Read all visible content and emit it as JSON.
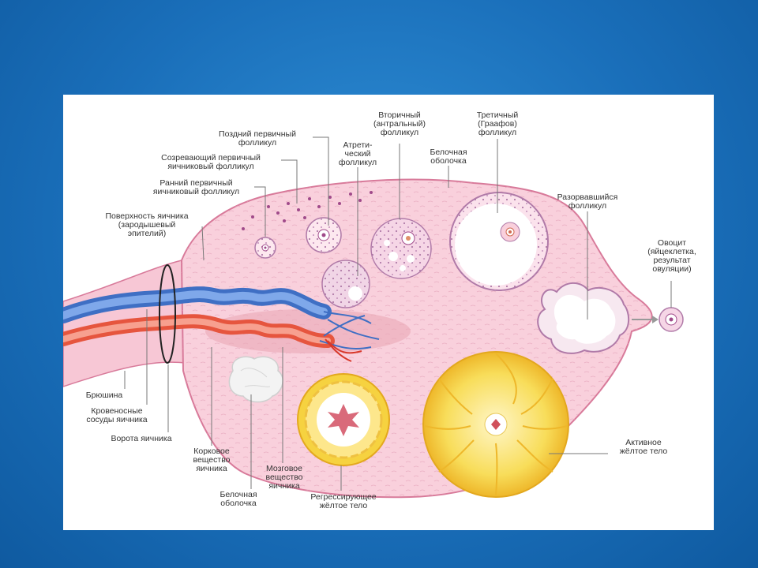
{
  "diagram": {
    "labels": {
      "late_primary": "Поздний первичный\nфолликул",
      "maturing_primary": "Созревающий первичный\nяичниковый фолликул",
      "early_primary": "Ранний первичный\nяичниковый фолликул",
      "surface": "Поверхность яичника\n(зародышевый\nэпителий)",
      "secondary": "Вторичный\n(антральный)\nфолликул",
      "atretic": "Атрети-\nческий\nфолликул",
      "tunica_top": "Белочная\nоболочка",
      "tertiary": "Третичный\n(Граафов)\nфолликул",
      "ruptured": "Разорвавшийся\nфолликул",
      "oocyte": "Овоцит\n(яйцеклетка,\nрезультат\nовуляции)",
      "peritoneum": "Брюшина",
      "vessels": "Кровеносные\nсосуды яичника",
      "hilum": "Ворота яичника",
      "cortex": "Корковое\nвещество\nяичника",
      "medulla": "Мозговое\nвещество\nяичника",
      "tunica_bottom": "Белочная\nоболочка",
      "regressing_cl": "Регрессирующее\nжёлтое тело",
      "active_cl": "Активное\nжёлтое тело"
    }
  },
  "colors": {
    "background": "#1a6fba",
    "ovary_fill": "#f9d0dc",
    "ovary_edge": "#d87a9a",
    "vein": "#4f86d6",
    "artery": "#f07560",
    "corpus_luteum": "#f6d240",
    "follicle_core": "#ffffff",
    "follicle_dots": "#a04a8a"
  }
}
